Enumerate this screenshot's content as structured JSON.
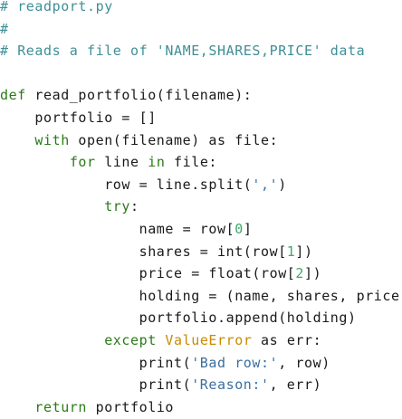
{
  "editor": {
    "language": "python",
    "colors": {
      "background": "#ffffff",
      "text": "#1a1a1a",
      "comment": "#3f8f97",
      "keyword": "#2b7a18",
      "string": "#3a6f9e",
      "number": "#3ea76a",
      "exception": "#c98a00"
    },
    "lines": [
      [
        [
          "comment",
          "# readport.py"
        ]
      ],
      [
        [
          "comment",
          "#"
        ]
      ],
      [
        [
          "comment",
          "# Reads a file of 'NAME,SHARES,PRICE' data"
        ]
      ],
      [],
      [
        [
          "kw",
          "def"
        ],
        [
          "plain",
          " read_portfolio(filename):"
        ]
      ],
      [
        [
          "plain",
          "    portfolio = []"
        ]
      ],
      [
        [
          "plain",
          "    "
        ],
        [
          "kw",
          "with"
        ],
        [
          "plain",
          " open(filename) as file:"
        ]
      ],
      [
        [
          "plain",
          "        "
        ],
        [
          "kw",
          "for"
        ],
        [
          "plain",
          " line "
        ],
        [
          "kw",
          "in"
        ],
        [
          "plain",
          " file:"
        ]
      ],
      [
        [
          "plain",
          "            row = line.split("
        ],
        [
          "str",
          "','"
        ],
        [
          "plain",
          ")"
        ]
      ],
      [
        [
          "plain",
          "            "
        ],
        [
          "kw",
          "try"
        ],
        [
          "plain",
          ":"
        ]
      ],
      [
        [
          "plain",
          "                name = row["
        ],
        [
          "num",
          "0"
        ],
        [
          "plain",
          "]"
        ]
      ],
      [
        [
          "plain",
          "                shares = int(row["
        ],
        [
          "num",
          "1"
        ],
        [
          "plain",
          "])"
        ]
      ],
      [
        [
          "plain",
          "                price = float(row["
        ],
        [
          "num",
          "2"
        ],
        [
          "plain",
          "])"
        ]
      ],
      [
        [
          "plain",
          "                holding = (name, shares, price)"
        ]
      ],
      [
        [
          "plain",
          "                portfolio.append(holding)"
        ]
      ],
      [
        [
          "plain",
          "            "
        ],
        [
          "kw",
          "except"
        ],
        [
          "plain",
          " "
        ],
        [
          "exc",
          "ValueError"
        ],
        [
          "plain",
          " as err:"
        ]
      ],
      [
        [
          "plain",
          "                print("
        ],
        [
          "str",
          "'Bad row:'"
        ],
        [
          "plain",
          ", row)"
        ]
      ],
      [
        [
          "plain",
          "                print("
        ],
        [
          "str",
          "'Reason:'"
        ],
        [
          "plain",
          ", err)"
        ]
      ],
      [
        [
          "plain",
          "    "
        ],
        [
          "kw",
          "return"
        ],
        [
          "plain",
          " portfolio"
        ]
      ]
    ]
  }
}
